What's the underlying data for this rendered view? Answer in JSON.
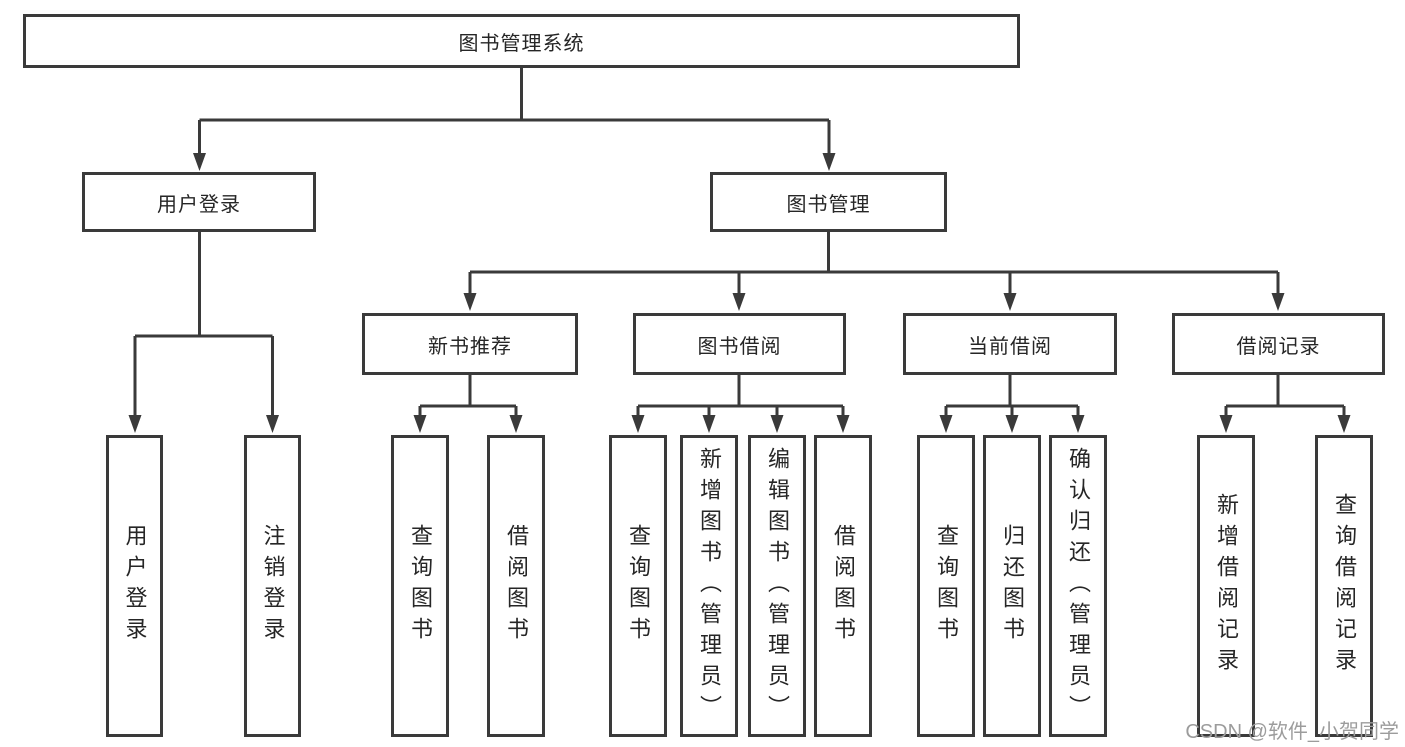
{
  "diagram": {
    "root": {
      "label": "图书管理系统"
    },
    "level2": [
      {
        "label": "用户登录"
      },
      {
        "label": "图书管理"
      }
    ],
    "level3": [
      {
        "label": "新书推荐"
      },
      {
        "label": "图书借阅"
      },
      {
        "label": "当前借阅"
      },
      {
        "label": "借阅记录"
      }
    ],
    "leaves": [
      {
        "parent": "用户登录",
        "label": "用户登录"
      },
      {
        "parent": "用户登录",
        "label": "注销登录"
      },
      {
        "parent": "新书推荐",
        "label": "查询图书"
      },
      {
        "parent": "新书推荐",
        "label": "借阅图书"
      },
      {
        "parent": "图书借阅",
        "label": "查询图书"
      },
      {
        "parent": "图书借阅",
        "label": "新增图书（管理员）"
      },
      {
        "parent": "图书借阅",
        "label": "编辑图书（管理员）"
      },
      {
        "parent": "图书借阅",
        "label": "借阅图书"
      },
      {
        "parent": "当前借阅",
        "label": "查询图书"
      },
      {
        "parent": "当前借阅",
        "label": "归还图书"
      },
      {
        "parent": "当前借阅",
        "label": "确认归还（管理员）"
      },
      {
        "parent": "借阅记录",
        "label": "新增借阅记录"
      },
      {
        "parent": "借阅记录",
        "label": "查询借阅记录"
      }
    ],
    "colors": {
      "line": "#3a3a3a",
      "box_border": "#3a3a3a",
      "text": "#262626",
      "watermark": "#9c9c9c",
      "background": "#ffffff"
    }
  },
  "watermark": {
    "text": "CSDN @软件_小贺同学"
  }
}
